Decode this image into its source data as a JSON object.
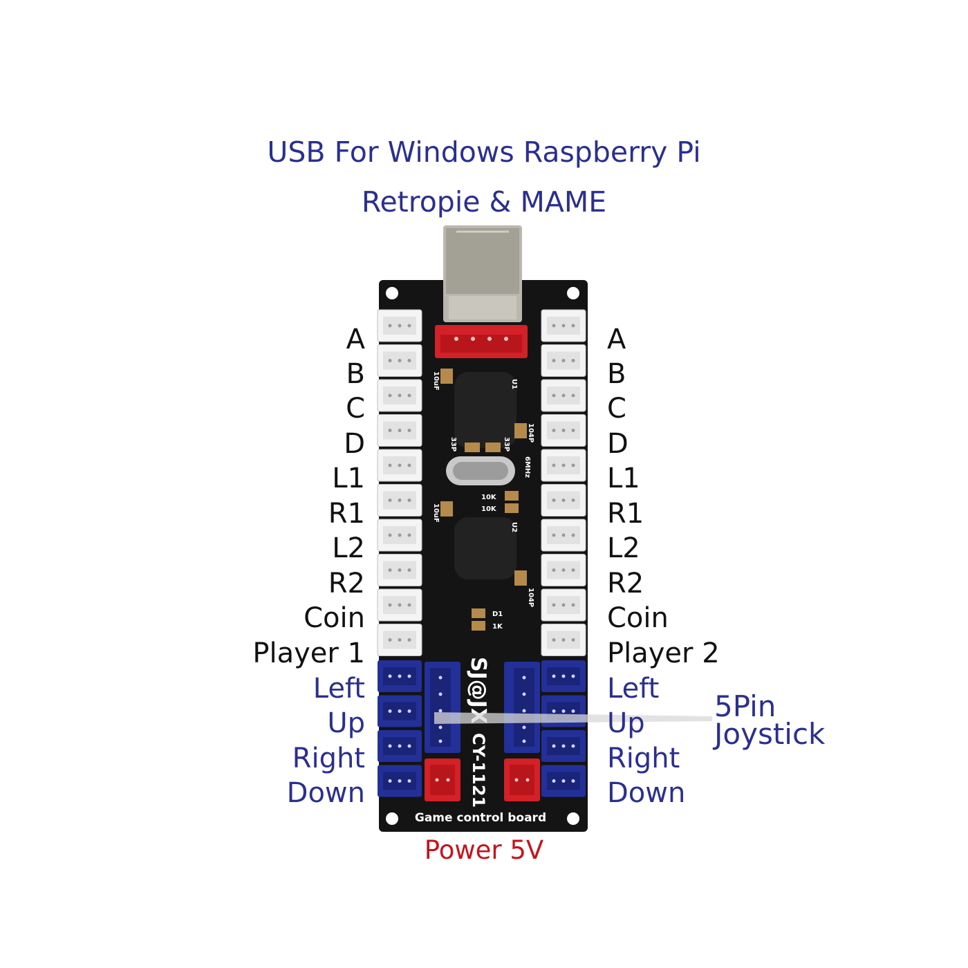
{
  "title": {
    "line1": "USB For Windows Raspberry Pi",
    "line2": "Retropie & MAME"
  },
  "left_labels": [
    "A",
    "B",
    "C",
    "D",
    "L1",
    "R1",
    "L2",
    "R2",
    "Coin",
    "Player 1"
  ],
  "right_labels": [
    "A",
    "B",
    "C",
    "D",
    "L1",
    "R1",
    "L2",
    "R2",
    "Coin",
    "Player 2"
  ],
  "joystick_directions": [
    "Left",
    "Up",
    "Right",
    "Down"
  ],
  "joystick_callout": [
    "5Pin",
    "Joystick"
  ],
  "power_label": "Power 5V",
  "board": {
    "brand": "SJ@JX",
    "model": "CY-1121",
    "caption": "Game control board",
    "silkscreen": {
      "cap1": "10uF",
      "cap2": "10uF",
      "u1": "U1",
      "u2": "U2",
      "c104_top": "104P",
      "c104_bottom": "104P",
      "c33_left": "33P",
      "c33_right": "33P",
      "crystal": "6MHz",
      "r10k_1": "10K",
      "r10k_2": "10K",
      "d1": "D1",
      "r1k": "1K"
    }
  },
  "colors": {
    "label_blue": "#2b2f8f",
    "power_red": "#c4141c",
    "connector_blue": "#23309a",
    "connector_red": "#d42027",
    "pcb": "#141414"
  }
}
